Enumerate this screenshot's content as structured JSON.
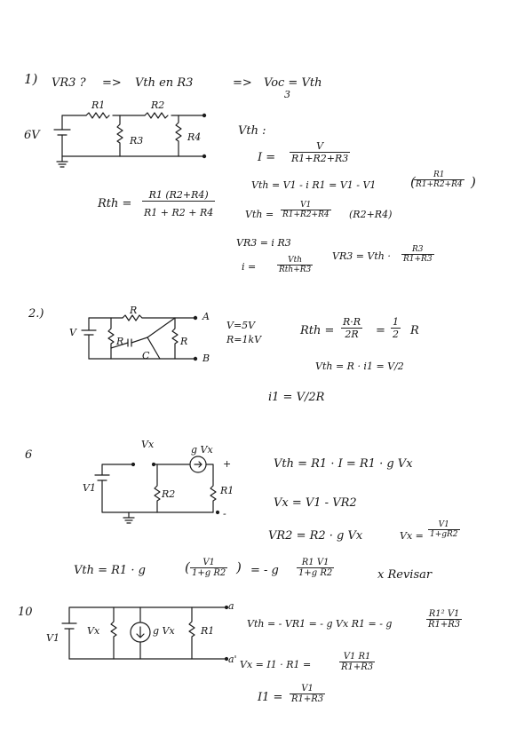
{
  "p1": {
    "num": "1)",
    "header": {
      "q": "VR3 ?",
      "arrow1": "=>",
      "vth_on": "Vth en R3",
      "arrow2": "=>",
      "voc": "Voc = Vth",
      "voc_sub": "3"
    },
    "circuit": {
      "src": "6V",
      "r1": "R1",
      "r2": "R2",
      "r3": "R3",
      "r4": "R4"
    },
    "rth": {
      "lhs": "Rth =",
      "num": "R1 (R2+R4)",
      "den": "R1 + R2 + R4"
    },
    "vth_label": "Vth :",
    "i_eq": {
      "lhs": "I =",
      "num": "V",
      "den": "R1+R2+R3"
    },
    "vth_eq1": {
      "lhs": "Vth =  V1 - i R1  = V1 - V1",
      "num": "R1",
      "den": "R1+R2+R4",
      "close": ")"
    },
    "vth_eq2": {
      "lhs": "Vth =",
      "num": "V1",
      "den": "R1+R2+R4",
      "rest": "(R2+R4)"
    },
    "vr3_eq1": "VR3 = i R3",
    "i_eq2": {
      "lhs": "i =",
      "num": "Vth",
      "den": "Rth+R3"
    },
    "vr3_eq2": {
      "lhs": "VR3 = Vth ·",
      "num": "R3",
      "den": "R1+R3"
    }
  },
  "p2": {
    "num": "2.)",
    "circuit": {
      "src": "V",
      "r_top": "R",
      "r_left": "R",
      "r_right": "R",
      "c": "C",
      "a": "A",
      "b": "B"
    },
    "given": {
      "v": "V=5V",
      "r": "R=1kV"
    },
    "rth": {
      "lhs": "Rth =",
      "num": "R·R",
      "den": "2R",
      "mid": "=",
      "fnum": "1",
      "fden": "2",
      "tail": "R"
    },
    "vth": "Vth = R · i1  = V/2",
    "i1": "i1 = V/2R"
  },
  "p6": {
    "num": "6",
    "circuit": {
      "v1": "V1",
      "vx": "Vx",
      "dep": "g Vx",
      "r2": "R2",
      "r1": "R1",
      "plus": "+",
      "minus": "-"
    },
    "vth": "Vth = R1 · I = R1 · g Vx",
    "vx1": "Vx  =  V1 - VR2",
    "vr2": "VR2  =  R2 · g Vx",
    "vx2": {
      "lhs": "Vx =",
      "num": "V1",
      "den": "1+gR2"
    },
    "vth_final": {
      "lhs": "Vth = R1 · g",
      "num": "V1",
      "den": "1+g R2",
      "mid": "=  - g",
      "num2": "R1 V1",
      "den2": "1+g R2"
    },
    "note": "x Revisar"
  },
  "p10": {
    "num": "10",
    "circuit": {
      "v1": "V1",
      "vx": "Vx",
      "dep": "g Vx",
      "r1": "R1",
      "a": "a",
      "a2": "a'"
    },
    "vth": {
      "lhs": "Vth = - VR1 = - g Vx R1  =  - g",
      "num": "R1² V1",
      "den": "R1+R3"
    },
    "vx": {
      "lhs": "Vx = I1 · R1 =",
      "num": "V1 R1",
      "den": "R1+R3"
    },
    "i1": {
      "lhs": "I1 =",
      "num": "V1",
      "den": "R1+R3"
    }
  }
}
